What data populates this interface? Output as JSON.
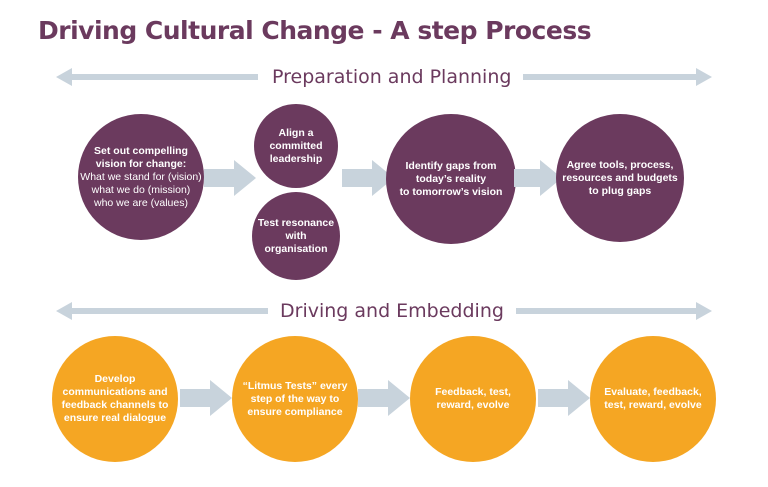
{
  "title": "Driving Cultural Change - A step Process",
  "phase1": {
    "label": "Preparation and Planning",
    "steps": {
      "vision": {
        "heading": [
          "Set out compelling",
          "vision for change:"
        ],
        "lines": [
          "What we stand for (vision)",
          "what we do (mission)",
          "who we are (values)"
        ]
      },
      "align": [
        "Align a",
        "committed",
        "leadership"
      ],
      "test": [
        "Test resonance",
        "with",
        "organisation"
      ],
      "gaps": [
        "Identify gaps from",
        "today’s reality",
        "to tomorrow’s vision"
      ],
      "tools": [
        "Agree  tools, process,",
        "resources and budgets",
        "to plug gaps"
      ]
    }
  },
  "phase2": {
    "label": "Driving and Embedding",
    "steps": {
      "develop": [
        "Develop",
        "communications and",
        "feedback channels to",
        "ensure real dialogue"
      ],
      "litmus": [
        "“Litmus Tests” every",
        "step of the way to",
        "ensure compliance"
      ],
      "feedback": [
        "Feedback, test,",
        "reward, evolve"
      ],
      "evaluate": [
        "Evaluate, feedback,",
        "test, reward, evolve"
      ]
    }
  },
  "colors": {
    "purple": "#6b3a5e",
    "orange": "#f5a623",
    "arrow": "#c8d3dc"
  }
}
